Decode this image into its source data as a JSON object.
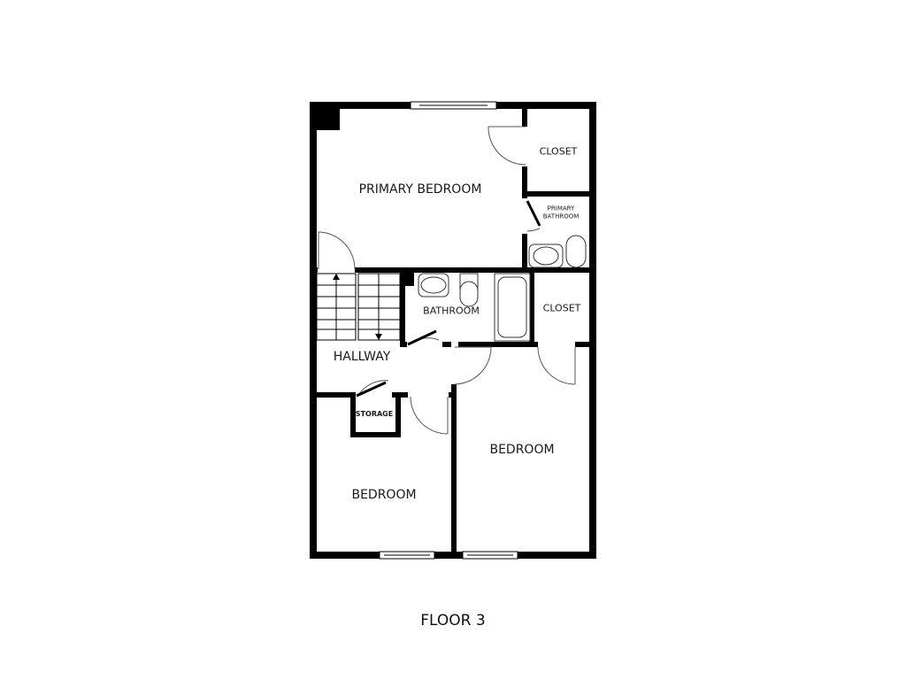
{
  "floor_plan": {
    "title": "FLOOR 3",
    "colors": {
      "wall": "#000000",
      "background": "#ffffff",
      "fixture_line": "#333333"
    },
    "rooms": [
      {
        "id": "primary-bedroom",
        "label": "PRIMARY BEDROOM"
      },
      {
        "id": "closet-primary",
        "label": "CLOSET"
      },
      {
        "id": "primary-bathroom",
        "label": "PRIMARY\nBATHROOM",
        "line1": "PRIMARY",
        "line2": "BATHROOM"
      },
      {
        "id": "bathroom",
        "label": "BATHROOM"
      },
      {
        "id": "closet-hall",
        "label": "CLOSET"
      },
      {
        "id": "hallway",
        "label": "HALLWAY"
      },
      {
        "id": "storage",
        "label": "STORAGE"
      },
      {
        "id": "bedroom-right",
        "label": "BEDROOM"
      },
      {
        "id": "bedroom-left",
        "label": "BEDROOM"
      }
    ]
  }
}
